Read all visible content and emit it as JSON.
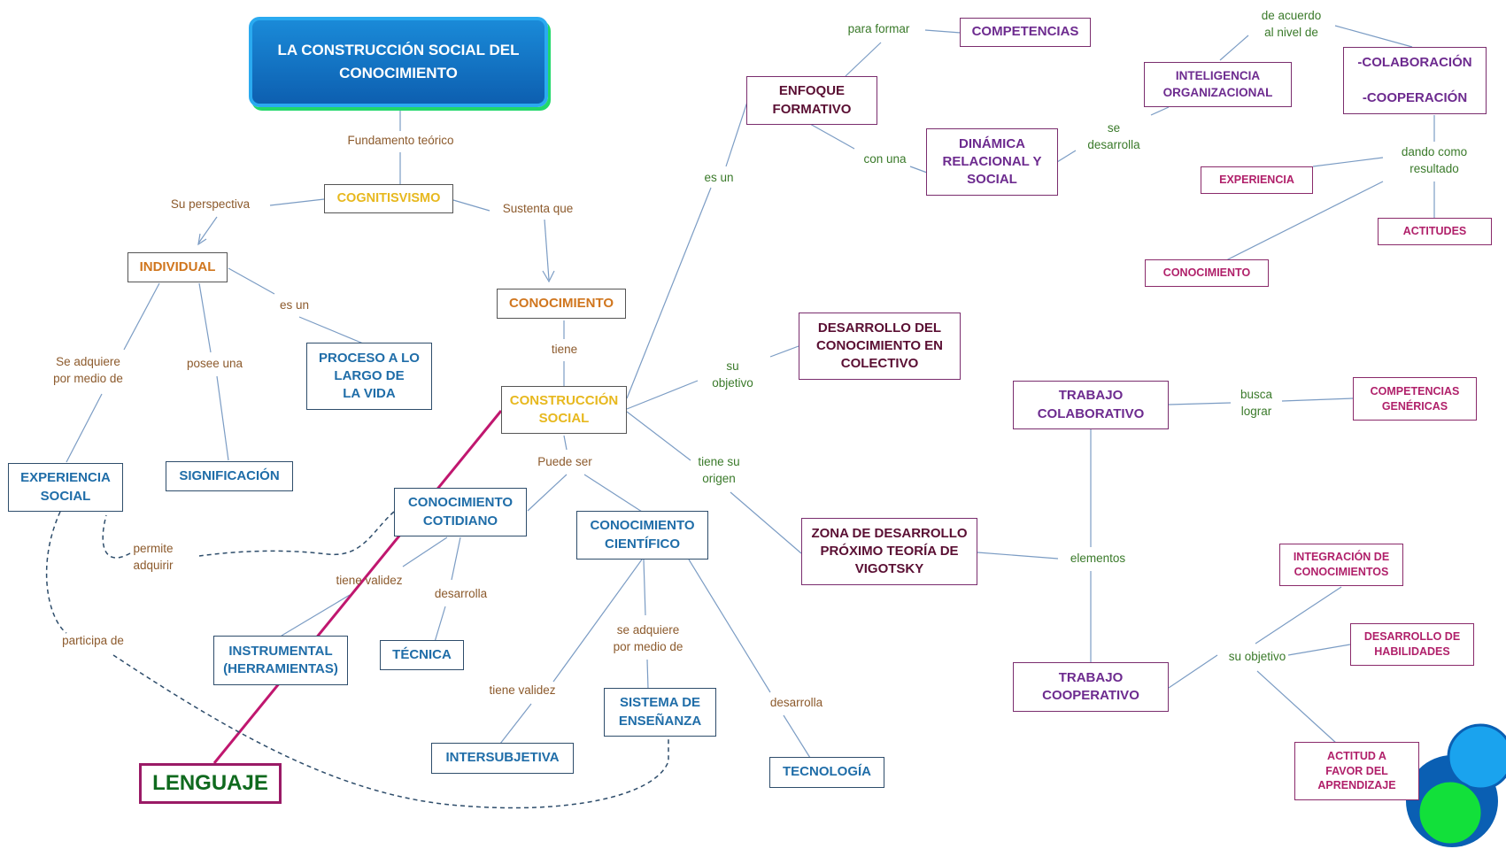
{
  "title": "LA CONSTRUCCIÓN SOCIAL DEL\nCONOCIMIENTO",
  "nodes": {
    "cognitivismo": "COGNITISVISMO",
    "individual": "INDIVIDUAL",
    "conocimiento": "CONOCIMIENTO",
    "proceso": "PROCESO A LO\nLARGO DE\nLA VIDA",
    "construccion": "CONSTRUCCIÓN\nSOCIAL",
    "experiencia_social": "EXPERIENCIA\nSOCIAL",
    "significacion": "SIGNIFICACIÓN",
    "cotidiano": "CONOCIMIENTO\nCOTIDIANO",
    "cientifico": "CONOCIMIENTO\nCIENTÍFICO",
    "instrumental": "INSTRUMENTAL\n(HERRAMIENTAS)",
    "tecnica": "TÉCNICA",
    "lenguaje": "LENGUAJE",
    "intersubjetiva": "INTERSUBJETIVA",
    "sistema": "SISTEMA DE\nENSEÑANZA",
    "tecnologia": "TECNOLOGÍA",
    "enfoque": "ENFOQUE\nFORMATIVO",
    "competencias": "COMPETENCIAS",
    "dinamica": "DINÁMICA\nRELACIONAL Y\nSOCIAL",
    "inteligencia": "INTELIGENCIA\nORGANIZACIONAL",
    "colaboracion": "-COLABORACIÓN\n\n-COOPERACIÓN",
    "experiencia": "EXPERIENCIA",
    "actitudes": "ACTITUDES",
    "conocimiento_r": "CONOCIMIENTO",
    "desarrollo_colectivo": "DESARROLLO DEL\nCONOCIMIENTO EN\nCOLECTIVO",
    "zona": "ZONA DE DESARROLLO\nPRÓXIMO TEORÍA DE\nVIGOTSKY",
    "trabajo_colab": "TRABAJO\nCOLABORATIVO",
    "trabajo_coop": "TRABAJO\nCOOPERATIVO",
    "competencias_gen": "COMPETENCIAS\nGENÉRICAS",
    "integracion": "INTEGRACIÓN DE\nCONOCIMIENTOS",
    "desarrollo_hab": "DESARROLLO DE\nHABILIDADES",
    "actitud": "ACTITUD A\nFAVOR DEL\nAPRENDIZAJE"
  },
  "links": {
    "fundamento": "Fundamento teórico",
    "perspectiva": "Su perspectiva",
    "sustenta": "Sustenta que",
    "es_un_left": "es un",
    "se_adquiere": "Se adquiere\npor medio de",
    "posee": "posee una",
    "tiene": "tiene",
    "puede_ser": "Puede ser",
    "permite": "permite\nadquirir",
    "participa": "participa de",
    "tiene_validez_1": "tiene validez",
    "desarrolla_1": "desarrolla",
    "se_adquiere_2": "se adquiere\npor medio de",
    "tiene_validez_2": "tiene validez",
    "desarrolla_2": "desarrolla",
    "es_un_top": "es un",
    "para_formar": "para formar",
    "con_una": "con una",
    "se_desarrolla": "se\ndesarrolla",
    "de_acuerdo": "de acuerdo\nal nivel de",
    "dando": "dando como\nresultado",
    "su_objetivo": "su\nobjetivo",
    "tiene_origen": "tiene su\norigen",
    "elementos": "elementos",
    "busca": "busca\nlograr",
    "su_objetivo_2": "su objetivo"
  },
  "colors": {
    "brown_text": "#8c5a2c",
    "green_text": "#3a7a2a",
    "blue_text": "#1f6da8",
    "purple_text": "#6d2b8f",
    "magenta_text": "#b0206a",
    "connector": "#7b9cc4",
    "lenguaje_line": "#c0176f",
    "title_bg": "#0d5fb0"
  }
}
